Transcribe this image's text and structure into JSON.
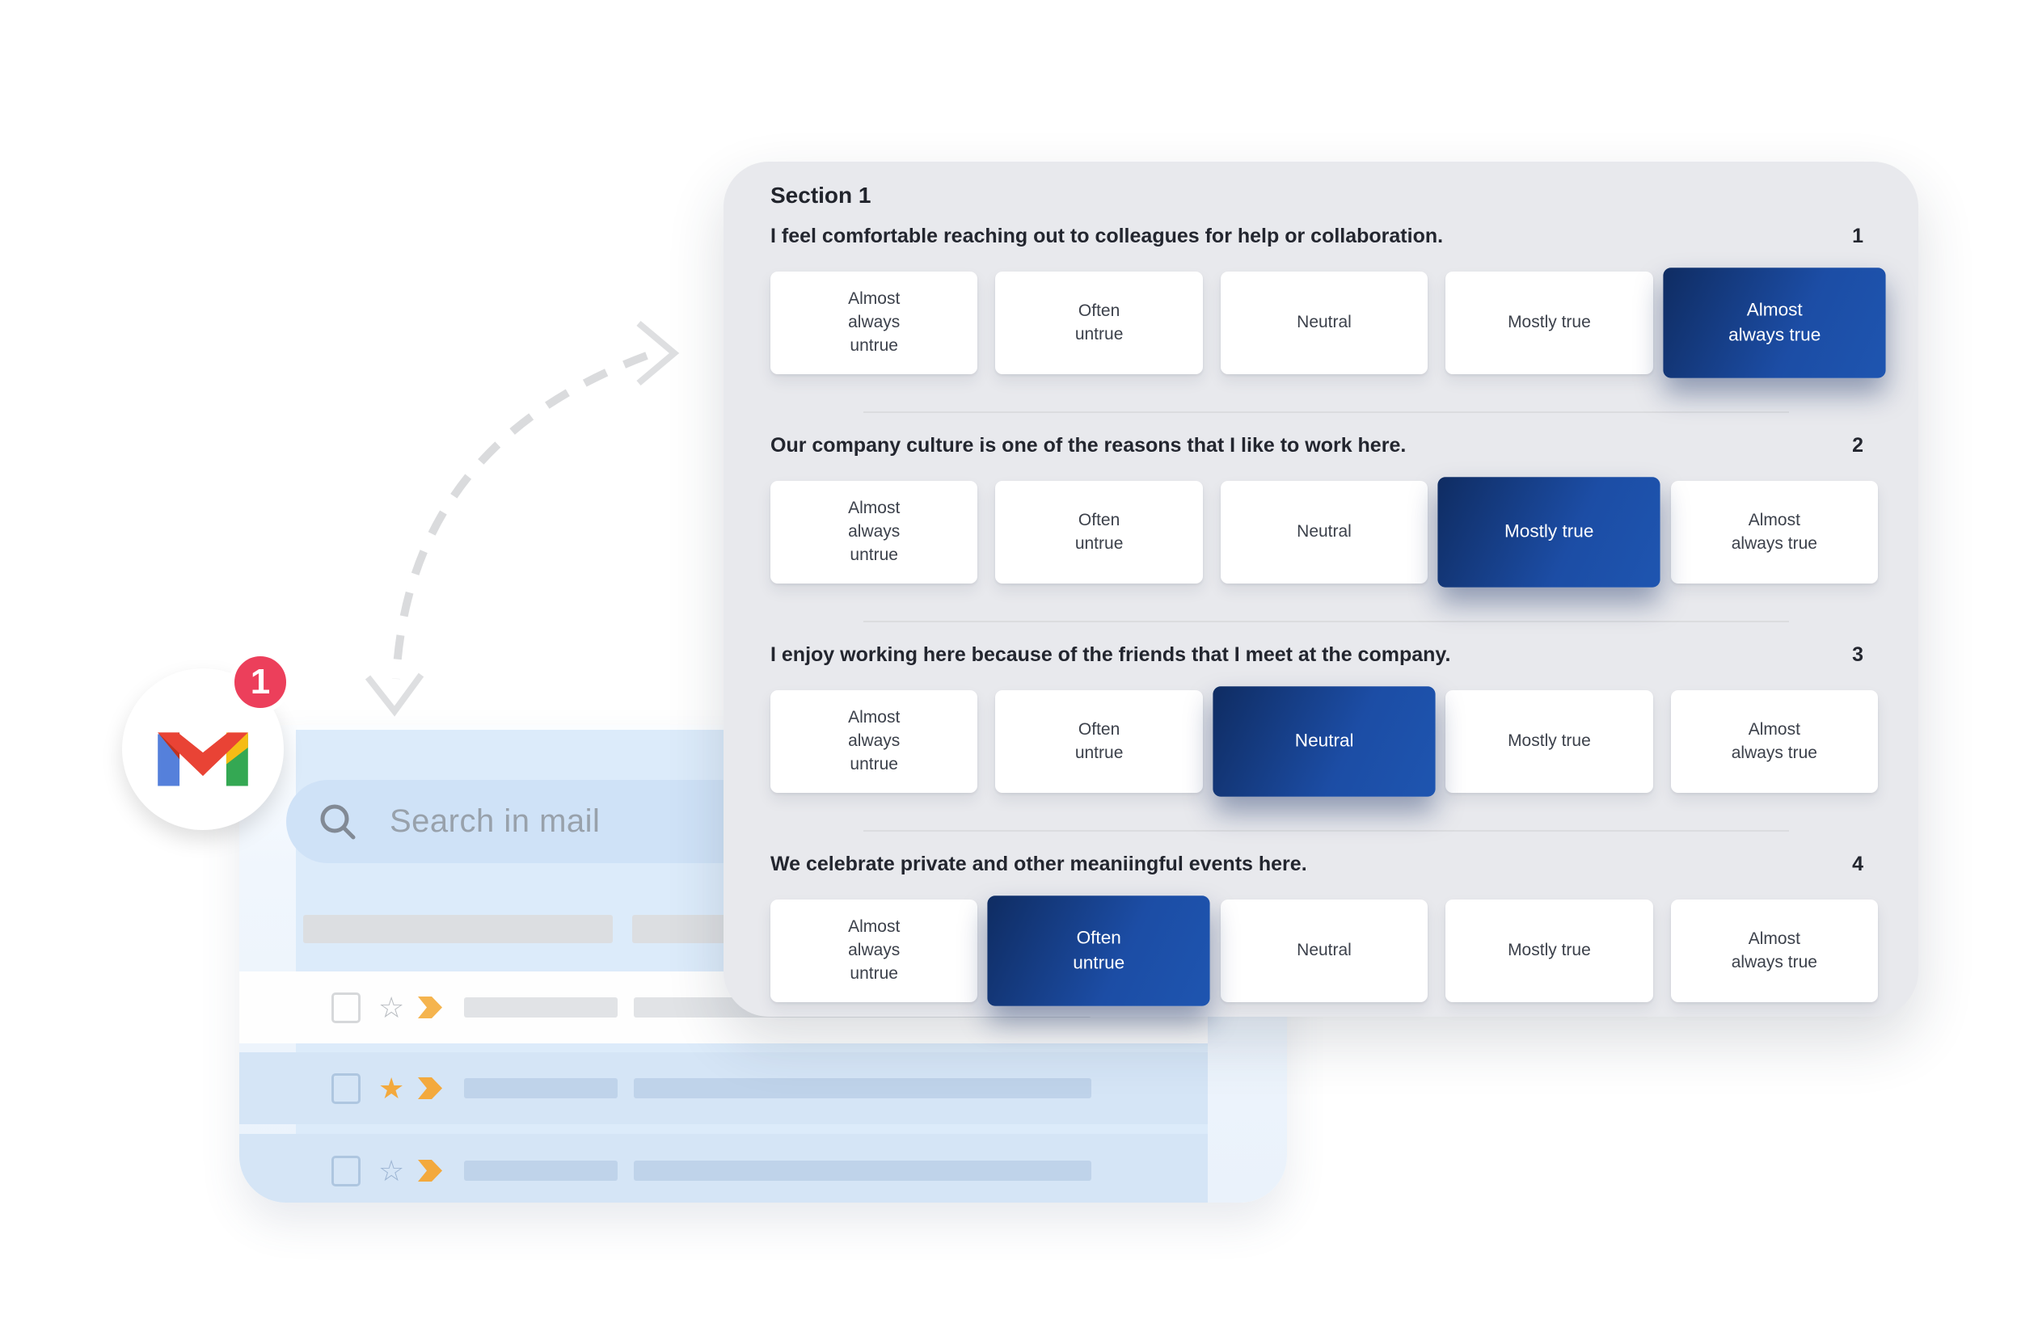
{
  "survey": {
    "section_title": "Section 1",
    "scale_labels": [
      "Almost always untrue",
      "Often untrue",
      "Neutral",
      "Mostly true",
      "Almost always true"
    ],
    "questions": [
      {
        "number": "1",
        "text": "I feel comfortable reaching out to colleagues for help or collaboration.",
        "selected_index": 4,
        "selected_label": "Almost always true"
      },
      {
        "number": "2",
        "text": "Our company culture is one of the reasons that I like to work here.",
        "selected_index": 3,
        "selected_label": "Mostly true"
      },
      {
        "number": "3",
        "text": "I enjoy working here because of the friends that I meet at the company.",
        "selected_index": 2,
        "selected_label": "Neutral"
      },
      {
        "number": "4",
        "text": "We celebrate private and other meaniingful events here.",
        "selected_index": 1,
        "selected_label": "Often untrue"
      }
    ],
    "colors": {
      "panel_background": "#e8e9ed",
      "selected_gradient_start": "#0f2c62",
      "selected_gradient_end": "#1e55b0",
      "card_background": "#ffffff",
      "text": "#23262f"
    }
  },
  "gmail": {
    "search_placeholder": "Search in mail",
    "badge_count": "1",
    "icons": [
      "gmail-logo-icon",
      "search-icon",
      "star-icon",
      "importance-marker-icon",
      "checkbox"
    ],
    "colors": {
      "card_background": "#eaf2fb",
      "content_background": "#dcebfa",
      "search_pill": "#cfe2f7",
      "row_highlight": "#d5e5f6",
      "badge_red": "#ec3f5b",
      "star_yellow": "#f3a93d",
      "logo_red": "#e94335",
      "logo_blue": "#5580db",
      "logo_green": "#34a853",
      "logo_yellow": "#f6bc15"
    }
  }
}
